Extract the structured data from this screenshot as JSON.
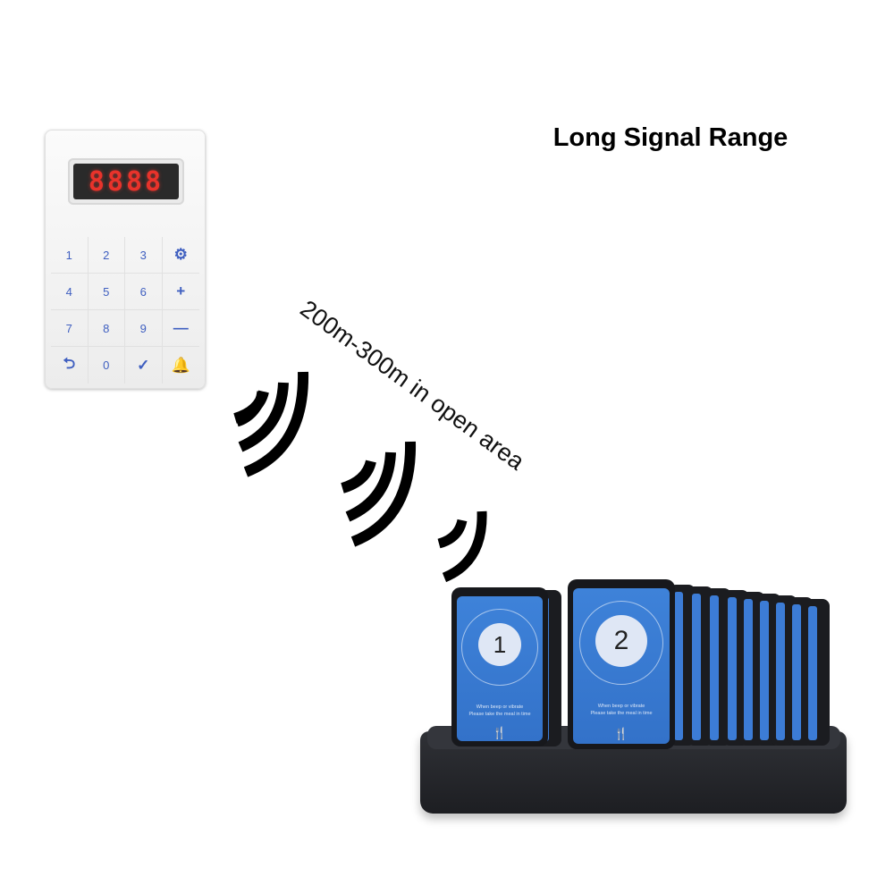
{
  "headline": "Long Signal Range",
  "range_label": "200m-300m in open area",
  "keypad": {
    "display": "8888",
    "display_color": "#e8332b",
    "key_color": "#3f5fc0",
    "keys": [
      {
        "label": "1",
        "icon": ""
      },
      {
        "label": "2",
        "icon": ""
      },
      {
        "label": "3",
        "icon": ""
      },
      {
        "label": "⚙",
        "icon": "gear-icon"
      },
      {
        "label": "4",
        "icon": ""
      },
      {
        "label": "5",
        "icon": ""
      },
      {
        "label": "6",
        "icon": ""
      },
      {
        "label": "+",
        "icon": "plus-icon"
      },
      {
        "label": "7",
        "icon": ""
      },
      {
        "label": "8",
        "icon": ""
      },
      {
        "label": "9",
        "icon": ""
      },
      {
        "label": "—",
        "icon": "minus-icon"
      },
      {
        "label": "⮌",
        "icon": "back-icon"
      },
      {
        "label": "0",
        "icon": ""
      },
      {
        "label": "✓",
        "icon": "check-icon"
      },
      {
        "label": "🔔",
        "icon": "bell-icon"
      }
    ]
  },
  "pagers": [
    {
      "number": "1",
      "message_line1": "When beep or vibrate",
      "message_line2": "Please take the meal in time",
      "icon": "fork-knife-icon"
    },
    {
      "number": "2",
      "message_line1": "When beep or vibrate",
      "message_line2": "Please take the meal in time",
      "icon": "fork-knife-icon"
    }
  ],
  "pager_color": "#3a7ad4"
}
